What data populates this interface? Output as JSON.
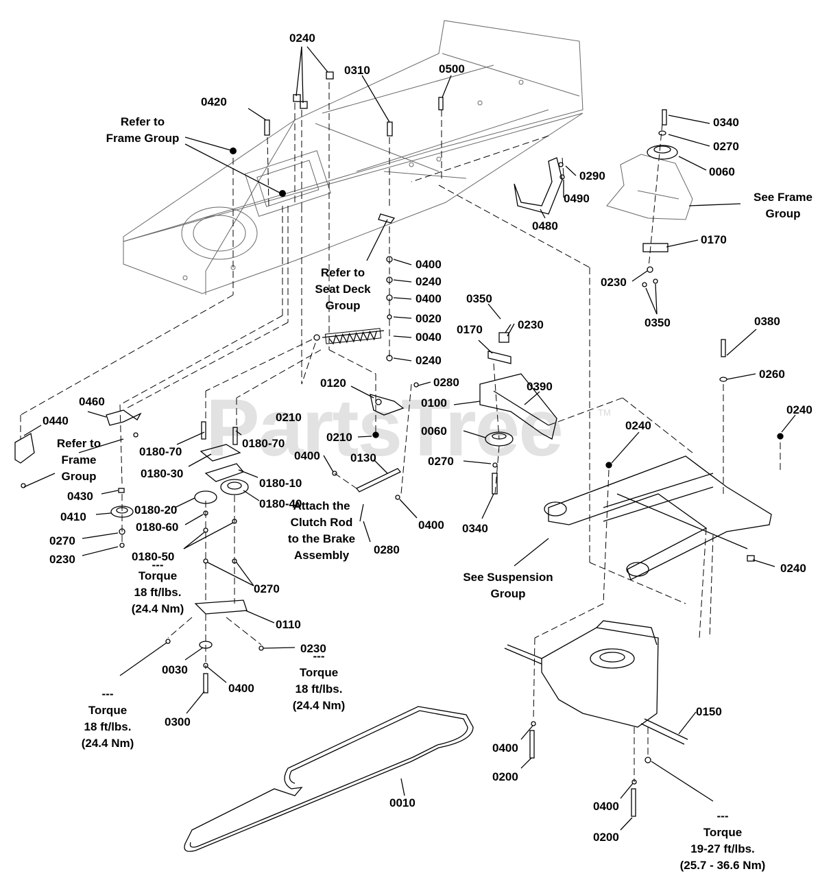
{
  "watermark": {
    "text": "PartsTree",
    "trademark": "TM"
  },
  "callouts": [
    {
      "id": "c0240a",
      "text": "0240"
    },
    {
      "id": "c0310",
      "text": "0310"
    },
    {
      "id": "c0500",
      "text": "0500"
    },
    {
      "id": "c0420",
      "text": "0420"
    },
    {
      "id": "c0340a",
      "text": "0340"
    },
    {
      "id": "c0270a",
      "text": "0270"
    },
    {
      "id": "c0060a",
      "text": "0060"
    },
    {
      "id": "c0290",
      "text": "0290"
    },
    {
      "id": "c0490",
      "text": "0490"
    },
    {
      "id": "c0480",
      "text": "0480"
    },
    {
      "id": "c0170a",
      "text": "0170"
    },
    {
      "id": "c0230a",
      "text": "0230"
    },
    {
      "id": "c0350a",
      "text": "0350"
    },
    {
      "id": "c0400a",
      "text": "0400"
    },
    {
      "id": "c0240b",
      "text": "0240"
    },
    {
      "id": "c0400b",
      "text": "0400"
    },
    {
      "id": "c0020",
      "text": "0020"
    },
    {
      "id": "c0040",
      "text": "0040"
    },
    {
      "id": "c0240c",
      "text": "0240"
    },
    {
      "id": "c0350b",
      "text": "0350"
    },
    {
      "id": "c0230b",
      "text": "0230"
    },
    {
      "id": "c0170b",
      "text": "0170"
    },
    {
      "id": "c0380",
      "text": "0380"
    },
    {
      "id": "c0260",
      "text": "0260"
    },
    {
      "id": "c0390",
      "text": "0390"
    },
    {
      "id": "c0120",
      "text": "0120"
    },
    {
      "id": "c0280a",
      "text": "0280"
    },
    {
      "id": "c0100",
      "text": "0100"
    },
    {
      "id": "c0240d",
      "text": "0240"
    },
    {
      "id": "c0210a",
      "text": "0210"
    },
    {
      "id": "c0210b",
      "text": "0210"
    },
    {
      "id": "c0060b",
      "text": "0060"
    },
    {
      "id": "c0240e",
      "text": "0240"
    },
    {
      "id": "c0460",
      "text": "0460"
    },
    {
      "id": "c0440",
      "text": "0440"
    },
    {
      "id": "c0180-70a",
      "text": "0180-70"
    },
    {
      "id": "c0180-70b",
      "text": "0180-70"
    },
    {
      "id": "c0180-30",
      "text": "0180-30"
    },
    {
      "id": "c0180-10",
      "text": "0180-10"
    },
    {
      "id": "c0400c",
      "text": "0400"
    },
    {
      "id": "c0130",
      "text": "0130"
    },
    {
      "id": "c0270b",
      "text": "0270"
    },
    {
      "id": "c0430",
      "text": "0430"
    },
    {
      "id": "c0410",
      "text": "0410"
    },
    {
      "id": "c0180-20",
      "text": "0180-20"
    },
    {
      "id": "c0180-40",
      "text": "0180-40"
    },
    {
      "id": "c0180-60",
      "text": "0180-60"
    },
    {
      "id": "c0270c",
      "text": "0270"
    },
    {
      "id": "c0230c",
      "text": "0230"
    },
    {
      "id": "c0180-50",
      "text": "0180-50"
    },
    {
      "id": "c0400d",
      "text": "0400"
    },
    {
      "id": "c0340b",
      "text": "0340"
    },
    {
      "id": "c0280b",
      "text": "0280"
    },
    {
      "id": "c0240f",
      "text": "0240"
    },
    {
      "id": "c0270d",
      "text": "0270"
    },
    {
      "id": "c0110",
      "text": "0110"
    },
    {
      "id": "c0230d",
      "text": "0230"
    },
    {
      "id": "c0030",
      "text": "0030"
    },
    {
      "id": "c0400e",
      "text": "0400"
    },
    {
      "id": "c0300",
      "text": "0300"
    },
    {
      "id": "c0150",
      "text": "0150"
    },
    {
      "id": "c0400f",
      "text": "0400"
    },
    {
      "id": "c0200a",
      "text": "0200"
    },
    {
      "id": "c0010",
      "text": "0010"
    },
    {
      "id": "c0400g",
      "text": "0400"
    },
    {
      "id": "c0200b",
      "text": "0200"
    }
  ],
  "notes": [
    {
      "id": "n-frame-1",
      "lines": [
        "Refer to",
        "Frame  Group"
      ]
    },
    {
      "id": "n-frame-2",
      "lines": [
        "See Frame",
        "Group"
      ]
    },
    {
      "id": "n-seatdeck",
      "lines": [
        "Refer to",
        "Seat Deck",
        "Group"
      ]
    },
    {
      "id": "n-frame-3",
      "lines": [
        "Refer to",
        "Frame",
        "Group"
      ]
    },
    {
      "id": "n-clutch",
      "lines": [
        "Attach the",
        "Clutch Rod",
        "to the Brake",
        "Assembly"
      ]
    },
    {
      "id": "n-suspension",
      "lines": [
        "See Suspension",
        "Group"
      ]
    },
    {
      "id": "n-torque-1",
      "lines": [
        "Torque",
        "18 ft/lbs.",
        "(24.4 Nm)"
      ]
    },
    {
      "id": "n-torque-2",
      "lines": [
        "---",
        "Torque",
        "18 ft/lbs.",
        "(24.4 Nm)"
      ]
    },
    {
      "id": "n-torque-3",
      "lines": [
        "---",
        "Torque",
        "18 ft/lbs.",
        "(24.4 Nm)"
      ]
    },
    {
      "id": "n-torque-4",
      "lines": [
        "---",
        "Torque",
        "19-27 ft/lbs.",
        "(25.7 - 36.6 Nm)"
      ]
    },
    {
      "id": "n-torque-5",
      "lines": [
        "---"
      ]
    }
  ]
}
